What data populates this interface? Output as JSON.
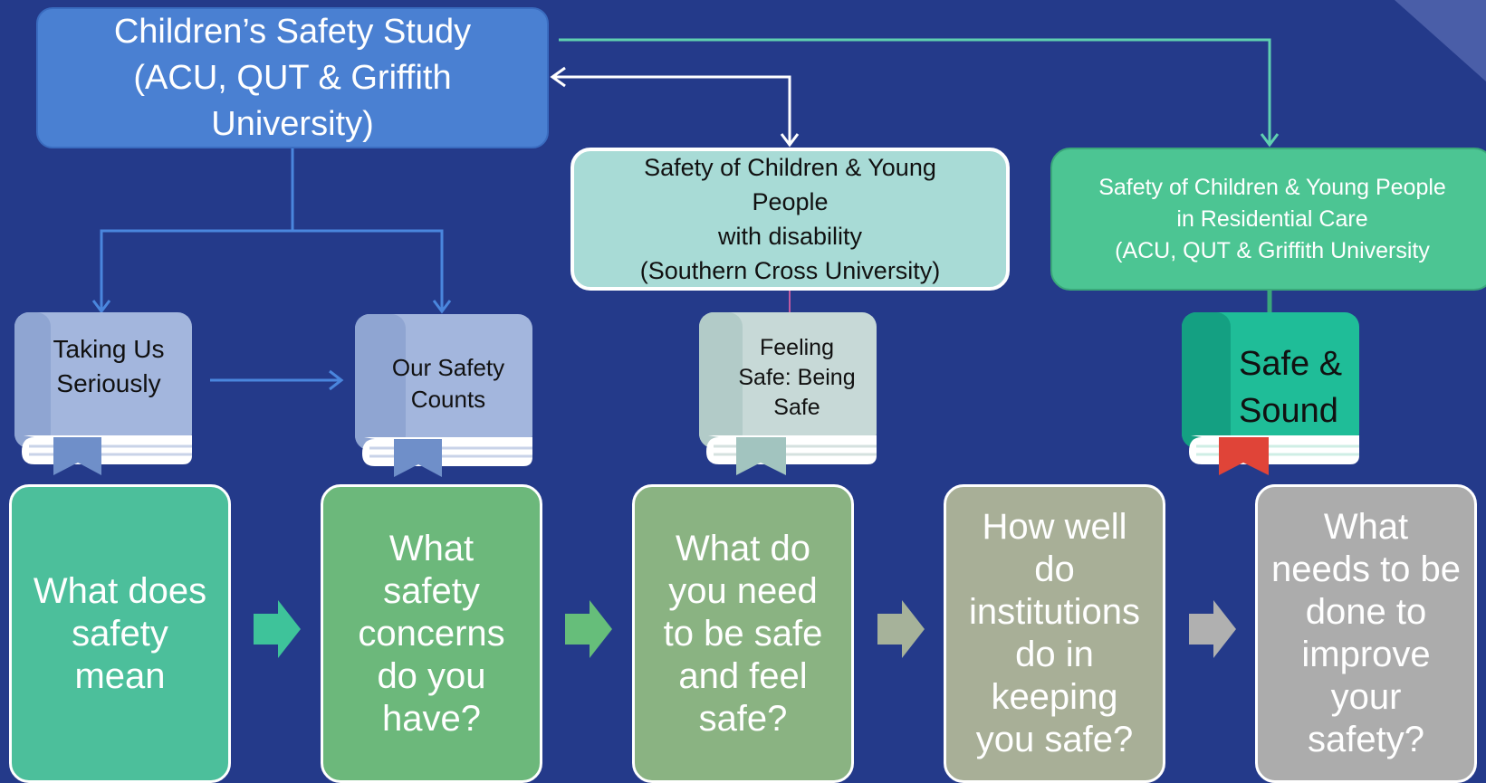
{
  "study": {
    "lines": [
      "Children’s Safety Study",
      "(ACU, QUT & Griffith",
      "University)"
    ]
  },
  "disability_study": {
    "lines": [
      "Safety of Children & Young",
      "People",
      "with disability",
      "(Southern Cross University)"
    ]
  },
  "residential_study": {
    "lines": [
      "Safety of Children & Young People",
      "in Residential Care",
      "(ACU, QUT & Griffith University"
    ]
  },
  "books": [
    {
      "lines": [
        "Taking Us",
        "Seriously"
      ],
      "cover_color": "#a3b6dd",
      "spine_color": "#8fa5d2",
      "ribbon_color": "#6f8fc9"
    },
    {
      "lines": [
        "Our Safety",
        "Counts"
      ],
      "cover_color": "#a3b6dd",
      "spine_color": "#8fa5d2",
      "ribbon_color": "#6f8fc9"
    },
    {
      "lines": [
        "Feeling",
        "Safe: Being",
        "Safe"
      ],
      "cover_color": "#c7d9d7",
      "spine_color": "#b2cbc8",
      "ribbon_color": "#a2c4bf"
    },
    {
      "lines": [
        "Safe &",
        "Sound"
      ],
      "cover_color": "#1fbd98",
      "spine_color": "#14a082",
      "ribbon_color": "#e04438"
    }
  ],
  "questions": [
    {
      "lines": [
        "What does",
        "safety",
        "mean"
      ],
      "color": "#4cbf9b"
    },
    {
      "lines": [
        "What",
        "safety",
        "concerns",
        "do you",
        "have?"
      ],
      "color": "#6cb87b"
    },
    {
      "lines": [
        "What do",
        "you need",
        "to be safe",
        "and feel",
        "safe?"
      ],
      "color": "#8ab382"
    },
    {
      "lines": [
        "How well",
        "do",
        "institutions",
        "do in",
        "keeping",
        "you safe?"
      ],
      "color": "#a8af97"
    },
    {
      "lines": [
        "What",
        "needs to be",
        "done to",
        "improve",
        "your",
        "safety?"
      ],
      "color": "#acacac"
    }
  ],
  "colors": {
    "background": "#243a8a",
    "connector_blue": "#4a86dd",
    "connector_teal": "#5fd0b0",
    "arrow_1": "#3ec39a",
    "arrow_2": "#66be7a",
    "arrow_3": "#a6b29a",
    "arrow_4": "#b0b0b0"
  }
}
